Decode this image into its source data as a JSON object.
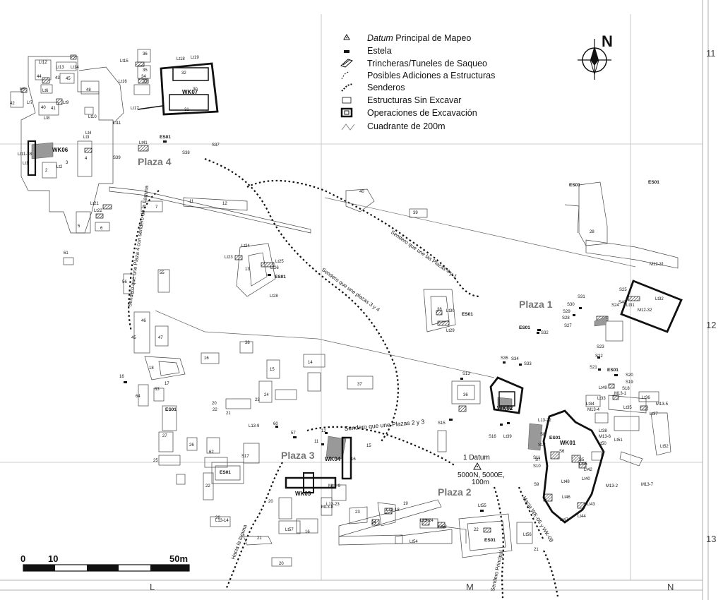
{
  "legend": {
    "datum_em": "Datum",
    "datum_rest": " Principal de Mapeo",
    "estela": "Estela",
    "trincheras": "Trincheras/Tuneles de Saqueo",
    "adiciones": "Posibles Adiciones a Estructuras",
    "senderos": "Senderos",
    "sin_excavar": "Estructuras Sin Excavar",
    "operaciones": "Operaciones de Excavación",
    "cuadrante": "Cuadrante de 200m"
  },
  "north": "N",
  "grid": {
    "rows": [
      "11",
      "12",
      "13"
    ],
    "cols": [
      "L",
      "M",
      "N"
    ]
  },
  "plazas": {
    "p1": "Plaza 1",
    "p2": "Plaza 2",
    "p3": "Plaza 3",
    "p4": "Plaza 4"
  },
  "datum": {
    "title": "1 Datum",
    "coords": "5000N, 5000E,",
    "elev": "100m"
  },
  "scale": {
    "t0": "0",
    "t10": "10",
    "t50": "50m"
  },
  "trails": {
    "t_plaza4_laguna": "Sendero que une Plaza 4 con sendero de la Laguna",
    "t_plazas34": "Sendero que une plazas 3 y 4",
    "t_plazas41": "Sendero que une las Plazas 4 y 1",
    "t_plazas23": "Sendero que une Plazas 2 y 3",
    "t_laguna": "Hacia la laguna",
    "t_principal": "Sendero Principal",
    "t_wk02": "Hacia WK-05 y WK-08"
  },
  "ops": {
    "wk01": "WK01",
    "wk02": "WK02",
    "wk04": "WK04",
    "wk05": "WK05",
    "wk06": "WK06",
    "wk07": "WK07"
  },
  "labels": [
    {
      "t": "Lt12"
    },
    {
      "t": "Lt13"
    },
    {
      "t": "Lt14"
    },
    {
      "t": "44"
    },
    {
      "t": "43"
    },
    {
      "t": "45"
    },
    {
      "t": "48"
    },
    {
      "t": "Lt5"
    },
    {
      "t": "Lt6"
    },
    {
      "t": "42"
    },
    {
      "t": "Lt7"
    },
    {
      "t": "40"
    },
    {
      "t": "41"
    },
    {
      "t": "Lt9"
    },
    {
      "t": "Lt8"
    },
    {
      "t": "Lt10"
    },
    {
      "t": "Lt11"
    },
    {
      "t": "Lt4"
    },
    {
      "t": "Lt3"
    },
    {
      "t": "Lt11-38"
    },
    {
      "t": "Lt1"
    },
    {
      "t": "Lt2"
    },
    {
      "t": "2"
    },
    {
      "t": "3"
    },
    {
      "t": "4"
    },
    {
      "t": "5"
    },
    {
      "t": "6"
    },
    {
      "t": "Lt21"
    },
    {
      "t": "Lt22"
    },
    {
      "t": "61"
    },
    {
      "t": "S39"
    },
    {
      "t": "Lt41"
    },
    {
      "t": "ES01"
    },
    {
      "t": "S38"
    },
    {
      "t": "S37"
    },
    {
      "t": "36"
    },
    {
      "t": "35"
    },
    {
      "t": "Lt15"
    },
    {
      "t": "Lt18"
    },
    {
      "t": "Lt19"
    },
    {
      "t": "32"
    },
    {
      "t": "33"
    },
    {
      "t": "34"
    },
    {
      "t": "Lt16"
    },
    {
      "t": "Lt17"
    },
    {
      "t": "31"
    },
    {
      "t": "30"
    },
    {
      "t": "7"
    },
    {
      "t": "11"
    },
    {
      "t": "12"
    },
    {
      "t": "56"
    },
    {
      "t": "55"
    },
    {
      "t": "46"
    },
    {
      "t": "47"
    },
    {
      "t": "45"
    },
    {
      "t": "Lt24"
    },
    {
      "t": "Lt23"
    },
    {
      "t": "13"
    },
    {
      "t": "Lt25"
    },
    {
      "t": "Lt26"
    },
    {
      "t": "ES01"
    },
    {
      "t": "Lt28"
    },
    {
      "t": "40"
    },
    {
      "t": "39"
    },
    {
      "t": "38"
    },
    {
      "t": "Lt30"
    },
    {
      "t": "ES01"
    },
    {
      "t": "Lt29"
    },
    {
      "t": "ES01"
    },
    {
      "t": "ES01"
    },
    {
      "t": "28"
    },
    {
      "t": "M12-31"
    },
    {
      "t": "S31"
    },
    {
      "t": "S30"
    },
    {
      "t": "S29"
    },
    {
      "t": "S28"
    },
    {
      "t": "S27"
    },
    {
      "t": "S25"
    },
    {
      "t": "S24"
    },
    {
      "t": "Lt31"
    },
    {
      "t": "Lt32"
    },
    {
      "t": "M12-32"
    },
    {
      "t": "ES01"
    },
    {
      "t": "S32"
    },
    {
      "t": "S40"
    },
    {
      "t": "S23"
    },
    {
      "t": "S22"
    },
    {
      "t": "S21"
    },
    {
      "t": "ES01"
    },
    {
      "t": "S20"
    },
    {
      "t": "S19"
    },
    {
      "t": "S18"
    },
    {
      "t": "S35"
    },
    {
      "t": "S34"
    },
    {
      "t": "S33"
    },
    {
      "t": "S13"
    },
    {
      "t": "36"
    },
    {
      "t": "37"
    },
    {
      "t": "38"
    },
    {
      "t": "16"
    },
    {
      "t": "15"
    },
    {
      "t": "14"
    },
    {
      "t": "18"
    },
    {
      "t": "17"
    },
    {
      "t": "16"
    },
    {
      "t": "64"
    },
    {
      "t": "63"
    },
    {
      "t": "ES01"
    },
    {
      "t": "27"
    },
    {
      "t": "26"
    },
    {
      "t": "25"
    },
    {
      "t": "24"
    },
    {
      "t": "23"
    },
    {
      "t": "L13-9"
    },
    {
      "t": "20"
    },
    {
      "t": "21"
    },
    {
      "t": "22"
    },
    {
      "t": "60"
    },
    {
      "t": "57"
    },
    {
      "t": "62"
    },
    {
      "t": "S17"
    },
    {
      "t": "ES01"
    },
    {
      "t": "22"
    },
    {
      "t": "L13-14"
    },
    {
      "t": "12"
    },
    {
      "t": "11"
    },
    {
      "t": "15"
    },
    {
      "t": "16"
    },
    {
      "t": "S15"
    },
    {
      "t": "S16"
    },
    {
      "t": "Lt39"
    },
    {
      "t": "L13-22"
    },
    {
      "t": "ES01"
    },
    {
      "t": "S12"
    },
    {
      "t": "S11"
    },
    {
      "t": "S10"
    },
    {
      "t": "S9"
    },
    {
      "t": "S8"
    },
    {
      "t": "S7"
    },
    {
      "t": "S6"
    },
    {
      "t": "S5"
    },
    {
      "t": "Lt40"
    },
    {
      "t": "Lt42"
    },
    {
      "t": "Lt43"
    },
    {
      "t": "Lt44"
    },
    {
      "t": "Lt45"
    },
    {
      "t": "Lt46"
    },
    {
      "t": "Lt47"
    },
    {
      "t": "Lt48"
    },
    {
      "t": "Lt49"
    },
    {
      "t": "M13-1"
    },
    {
      "t": "Lt33"
    },
    {
      "t": "Lt34"
    },
    {
      "t": "M13-4"
    },
    {
      "t": "Lt35"
    },
    {
      "t": "Lt36"
    },
    {
      "t": "M13-5"
    },
    {
      "t": "Lt37"
    },
    {
      "t": "Lt38"
    },
    {
      "t": "M13-6"
    },
    {
      "t": "Lt50"
    },
    {
      "t": "Lt51"
    },
    {
      "t": "Lt52"
    },
    {
      "t": "M13-2"
    },
    {
      "t": "M13-7"
    },
    {
      "t": "M13-9"
    },
    {
      "t": "M13-8"
    },
    {
      "t": "L13-23"
    },
    {
      "t": "L13-18"
    },
    {
      "t": "19"
    },
    {
      "t": "23"
    },
    {
      "t": "24"
    },
    {
      "t": "L13-24"
    },
    {
      "t": "Lt53"
    },
    {
      "t": "Lt54"
    },
    {
      "t": "Lt55"
    },
    {
      "t": "22"
    },
    {
      "t": "ES01"
    },
    {
      "t": "Lt56"
    },
    {
      "t": "21"
    },
    {
      "t": "20"
    },
    {
      "t": "Lt57"
    },
    {
      "t": "16"
    },
    {
      "t": "21"
    },
    {
      "t": "20"
    },
    {
      "t": "26"
    },
    {
      "t": "25"
    },
    {
      "t": "15"
    }
  ]
}
